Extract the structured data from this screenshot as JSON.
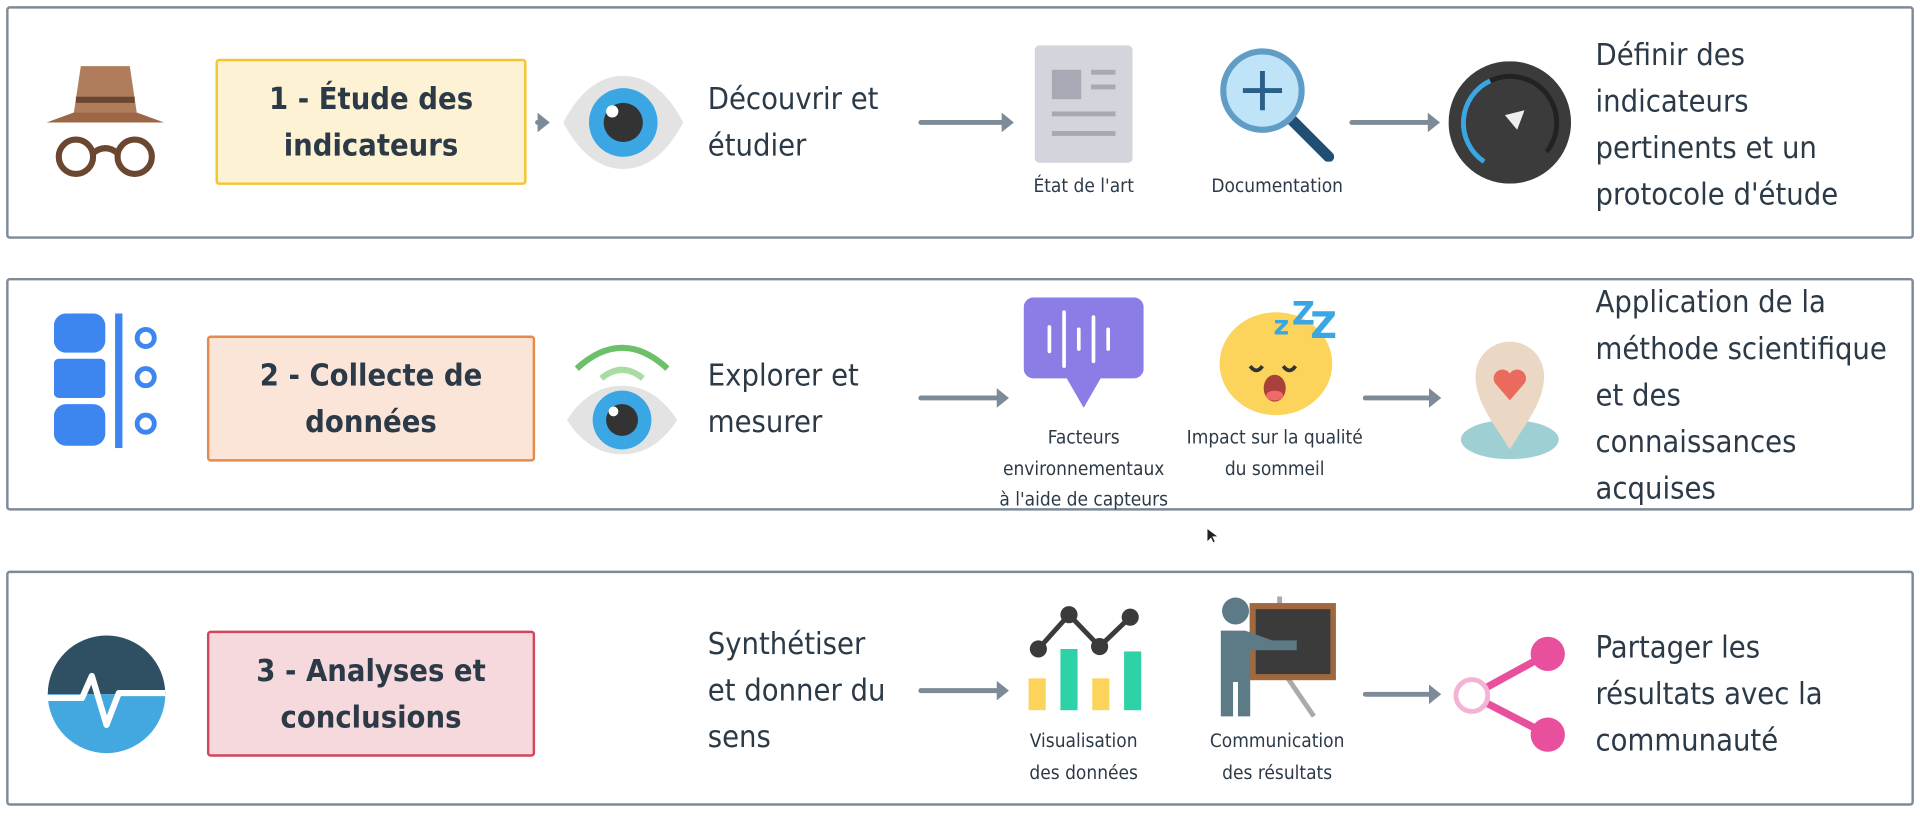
{
  "rows": [
    {
      "label": "1 - Étude des indicateurs",
      "label_lines": [
        "1 - Étude des",
        "indicateurs"
      ],
      "action_lines": [
        "Découvrir et",
        "étudier"
      ],
      "items": [
        {
          "icon": "document-icon",
          "caption_lines": [
            "État de l'art"
          ]
        },
        {
          "icon": "magnifier-icon",
          "caption_lines": [
            "Documentation"
          ]
        }
      ],
      "result_icon": "gauge-icon",
      "result_lines": [
        "Définir des",
        "indicateurs",
        "pertinents et un",
        "protocole d'étude"
      ],
      "colors": {
        "fill": "#fdf2d3",
        "border": "#f5c530"
      }
    },
    {
      "label": "2 - Collecte de données",
      "label_lines": [
        "2 - Collecte de",
        "données"
      ],
      "action_lines": [
        "Explorer et",
        "mesurer"
      ],
      "items": [
        {
          "icon": "audio-message-icon",
          "caption_lines": [
            "Facteurs",
            "environnementaux",
            "à l'aide de capteurs"
          ]
        },
        {
          "icon": "sleeping-face-icon",
          "caption_lines": [
            "Impact sur la qualité",
            "du sommeil"
          ]
        }
      ],
      "result_icon": "location-heart-icon",
      "result_lines": [
        "Application de la",
        "méthode scientifique",
        "et des",
        "connaissances",
        "acquises"
      ],
      "colors": {
        "fill": "#fbe5d8",
        "border": "#e58a4b"
      }
    },
    {
      "label": "3 - Analyses et conclusions",
      "label_lines": [
        "3 - Analyses et",
        "conclusions"
      ],
      "action_lines": [
        "Synthétiser",
        "et donner du",
        "sens"
      ],
      "items": [
        {
          "icon": "chart-icon",
          "caption_lines": [
            "Visualisation",
            "des données"
          ]
        },
        {
          "icon": "teacher-icon",
          "caption_lines": [
            "Communication",
            "des résultats"
          ]
        }
      ],
      "result_icon": "share-icon",
      "result_lines": [
        "Partager les",
        "résultats avec la",
        "communauté"
      ],
      "colors": {
        "fill": "#f6d9dc",
        "border": "#d0475d"
      }
    }
  ]
}
